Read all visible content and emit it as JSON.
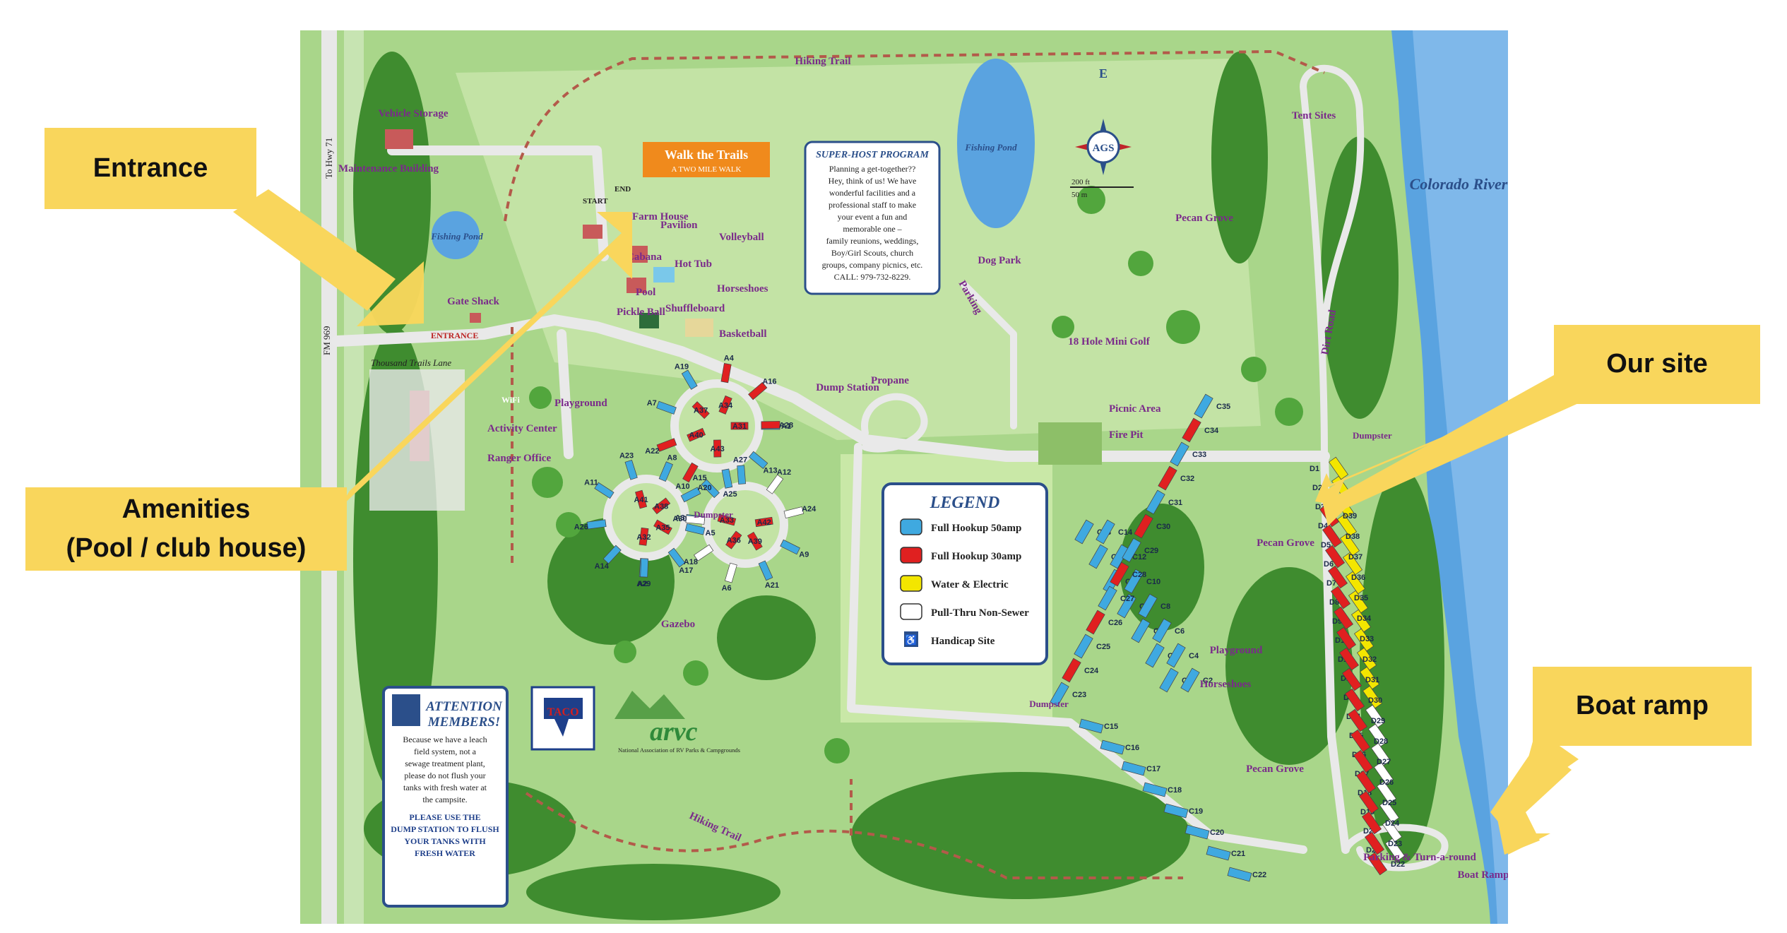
{
  "callouts": {
    "entrance": "Entrance",
    "amenities_line1": "Amenities",
    "amenities_line2": "(Pool / club house)",
    "our_site": "Our site",
    "boat_ramp": "Boat ramp"
  },
  "map": {
    "labels": {
      "hiking_trail": "Hiking Trail",
      "hiking_trail_2": "Hiking Trail",
      "vehicle_storage": "Vehicle Storage",
      "maintenance": "Maintenance Building",
      "fishing_pond": "Fishing Pond",
      "fishing_pond_2": "Fishing Pond",
      "to_hwy": "To Hwy 71",
      "fm": "FM 969",
      "gate_shack": "Gate Shack",
      "entrance_road": "ENTRANCE",
      "thousand_trails_lane": "Thousand Trails Lane",
      "start": "START",
      "end": "END",
      "walk_trails": "Walk the Trails",
      "two_mile": "A TWO MILE WALK",
      "farm_house": "Farm House",
      "pavilion": "Pavilion",
      "volleyball": "Volleyball",
      "cabana": "Cabana",
      "hot_tub": "Hot Tub",
      "pool": "Pool",
      "horseshoes": "Horseshoes",
      "horseshoes_2": "Horseshoes",
      "shuffleboard": "Shuffleboard",
      "pickle_ball": "Pickle Ball",
      "basketball": "Basketball",
      "wifi": "WiFi",
      "playground": "Playground",
      "playground_2": "Playground",
      "activity_center": "Activity Center",
      "ranger_office": "Ranger Office",
      "dump_station": "Dump Station",
      "propane": "Propane",
      "dumpster_a": "Dumpster",
      "dumpster_c": "Dumpster",
      "dumpster_d": "Dumpster",
      "gazebo": "Gazebo",
      "dog_park": "Dog Park",
      "parking": "Parking",
      "mini_golf": "18 Hole Mini Golf",
      "picnic_area": "Picnic Area",
      "fire_pit": "Fire Pit",
      "pecan_grove_1": "Pecan Grove",
      "pecan_grove_2": "Pecan Grove",
      "pecan_grove_3": "Pecan Grove",
      "tent_sites": "Tent Sites",
      "colorado_river": "Colorado River",
      "dirt_road": "Dirt Road",
      "parking_turnaround": "Parking & Turn-a-round",
      "boat_ramp_map": "Boat Ramp",
      "compass_e": "E",
      "compass_logo": "AGS",
      "scale_ft": "200 ft",
      "scale_m": "50 m"
    },
    "superhost": {
      "title": "SUPER-HOST PROGRAM",
      "lines": [
        "Planning a get-together??",
        "Hey, think of us! We have",
        "wonderful facilities and a",
        "professional staff to make",
        "your event a fun and",
        "memorable one –",
        "family reunions, weddings,",
        "Boy/Girl Scouts, church",
        "groups, company picnics, etc.",
        "CALL: 979-732-8229."
      ]
    },
    "attention": {
      "title1": "ATTENTION",
      "title2": "MEMBERS!",
      "lines": [
        "Because we have a leach",
        "field system, not a",
        "sewage treatment plant,",
        "please do not flush your",
        "tanks with fresh water at",
        "the campsite."
      ],
      "bold_lines": [
        "PLEASE USE THE",
        "DUMP STATION TO FLUSH",
        "YOUR TANKS WITH",
        "FRESH WATER"
      ]
    },
    "taco": "TACO",
    "arvc": {
      "name": "arvc",
      "subtitle": "National Association of RV Parks & Campgrounds"
    },
    "legend": {
      "title": "LEGEND",
      "items": [
        {
          "label": "Full Hookup 50amp",
          "color": "#3fa9e0"
        },
        {
          "label": "Full Hookup 30amp",
          "color": "#e02020"
        },
        {
          "label": "Water & Electric",
          "color": "#f3e600"
        },
        {
          "label": "Pull-Thru Non-Sewer",
          "color": "#ffffff"
        },
        {
          "label": "Handicap Site",
          "icon": "wheelchair-icon"
        }
      ]
    },
    "sites": {
      "a_loop_outer": [
        "A1",
        "A2",
        "A3",
        "A4",
        "A5",
        "A6",
        "A7",
        "A8",
        "A9",
        "A10",
        "A11",
        "A12",
        "A13",
        "A14",
        "A15",
        "A16",
        "A17",
        "A18",
        "A19",
        "A20",
        "A21",
        "A22",
        "A23",
        "A24",
        "A25",
        "A26",
        "A27",
        "A28",
        "A29",
        "A30"
      ],
      "a_loop_inner": [
        "A31",
        "A32",
        "A33",
        "A34",
        "A35",
        "A36",
        "A37",
        "A38",
        "A39",
        "A40",
        "A41",
        "A42",
        "A43"
      ],
      "c_sites": [
        "C1",
        "C2",
        "C3",
        "C4",
        "C5",
        "C6",
        "C7",
        "C8",
        "C9",
        "C10",
        "C11",
        "C12",
        "C13",
        "C14",
        "C15",
        "C16",
        "C17",
        "C18",
        "C19",
        "C20",
        "C21",
        "C22",
        "C23",
        "C24",
        "C25",
        "C26",
        "C27",
        "C28",
        "C29",
        "C30",
        "C31",
        "C32",
        "C33",
        "C34",
        "C35"
      ],
      "d_sites_left": [
        "D1",
        "D2",
        "D3",
        "D4",
        "D5",
        "D6",
        "D7",
        "D8",
        "D9",
        "D10",
        "D11",
        "D12",
        "D13",
        "D14",
        "D15",
        "D16",
        "D17",
        "D18",
        "D19",
        "D20",
        "D21"
      ],
      "d_sites_right": [
        "D22",
        "D23",
        "D24",
        "D25",
        "D26",
        "D27",
        "D28",
        "D29",
        "D30",
        "D31",
        "D32",
        "D33",
        "D34",
        "D35",
        "D36",
        "D37",
        "D38",
        "D39"
      ]
    }
  }
}
